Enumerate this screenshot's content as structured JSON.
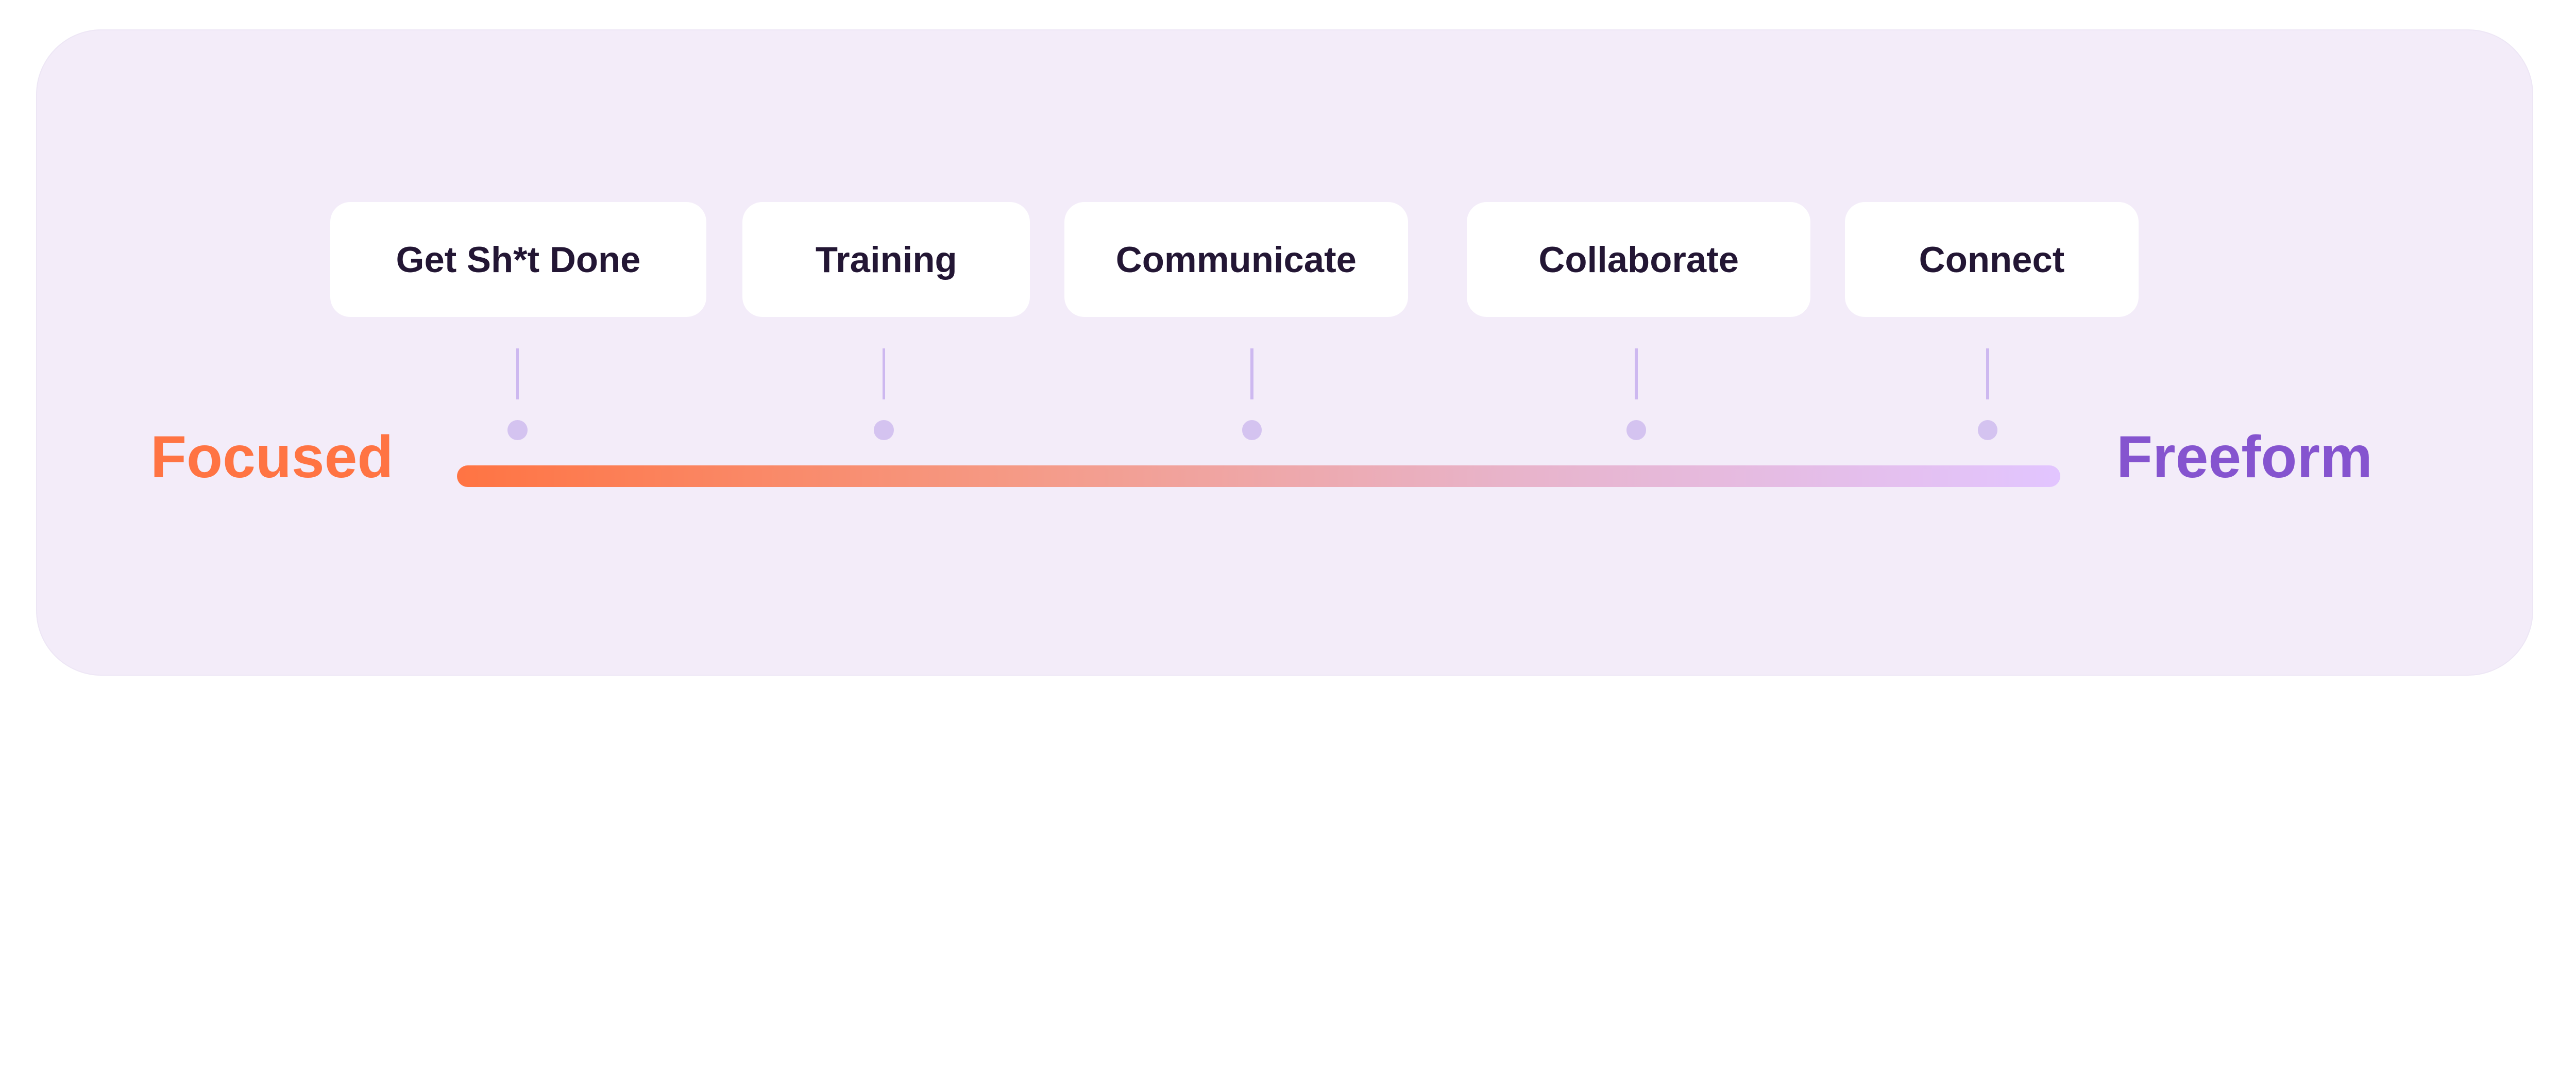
{
  "spectrum": {
    "left_label": "Focused",
    "right_label": "Freeform",
    "colors": {
      "focused": "#FF7443",
      "freeform": "#8554CF",
      "marker": "#D4C3F0",
      "background": "#F3ECF9"
    },
    "items": [
      {
        "label": "Get Sh*t Done"
      },
      {
        "label": "Training"
      },
      {
        "label": "Communicate"
      },
      {
        "label": "Collaborate"
      },
      {
        "label": "Connect"
      }
    ]
  }
}
